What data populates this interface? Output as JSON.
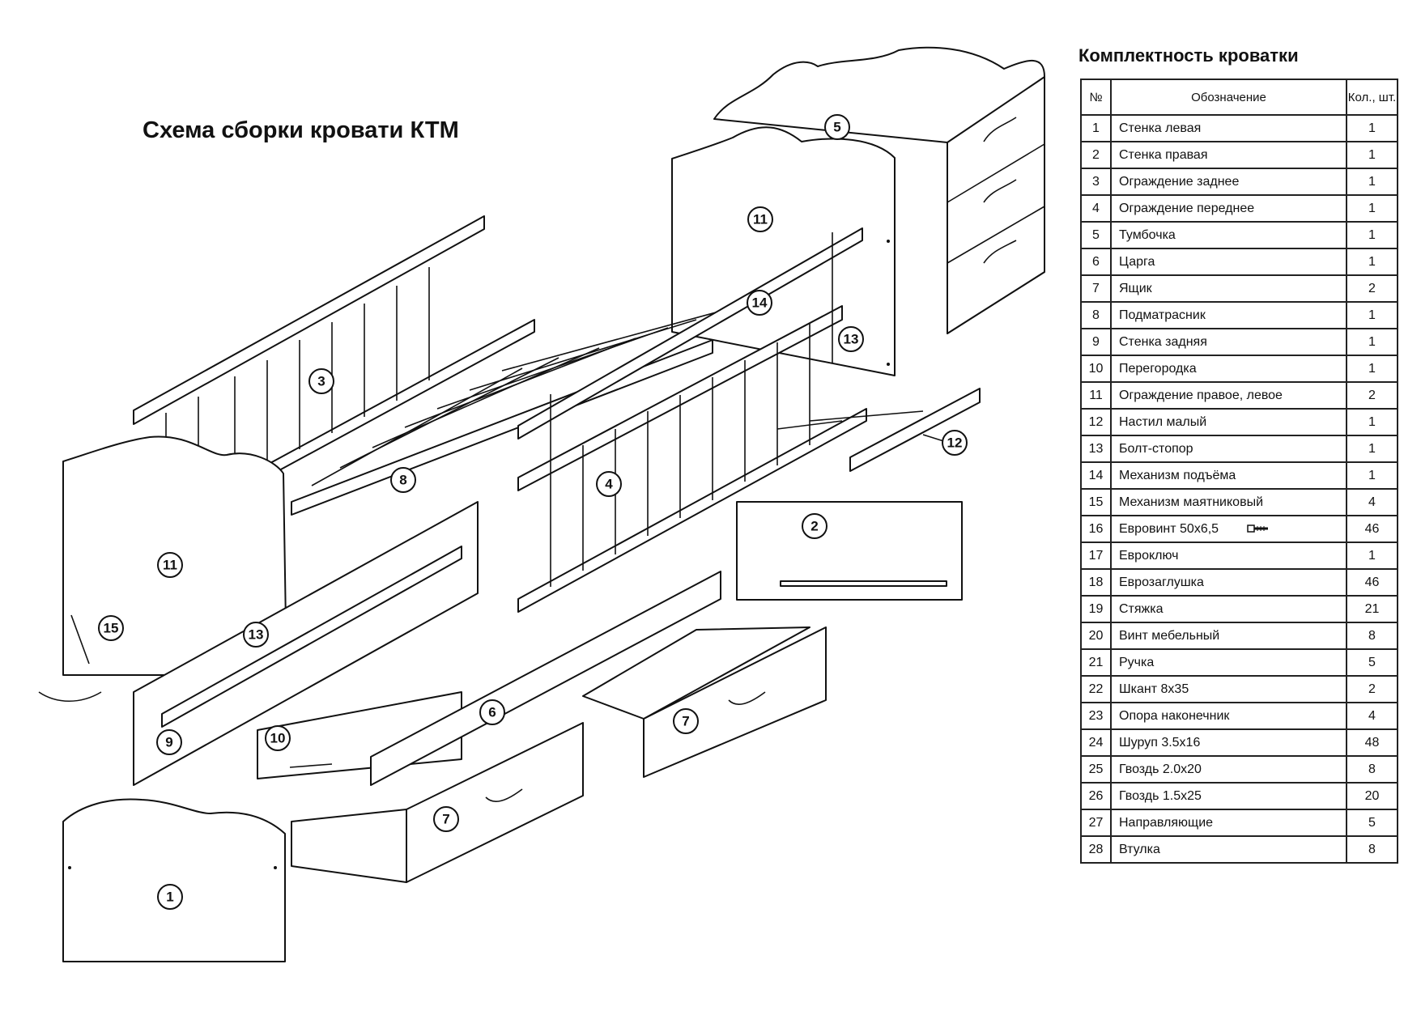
{
  "diagram": {
    "title": "Схема сборки кровати КТМ",
    "callouts": [
      "5",
      "11",
      "3",
      "14",
      "13",
      "12",
      "8",
      "4",
      "2",
      "11",
      "15",
      "13",
      "6",
      "7",
      "9",
      "10",
      "7",
      "1"
    ]
  },
  "table": {
    "title": "Комплектность кроватки",
    "headers": {
      "no": "№",
      "name": "Обозначение",
      "qty": "Кол., шт."
    },
    "rows": [
      {
        "no": "1",
        "name": "Стенка левая",
        "qty": "1"
      },
      {
        "no": "2",
        "name": "Стенка правая",
        "qty": "1"
      },
      {
        "no": "3",
        "name": "Ограждение заднее",
        "qty": "1"
      },
      {
        "no": "4",
        "name": "Ограждение переднее",
        "qty": "1"
      },
      {
        "no": "5",
        "name": "Тумбочка",
        "qty": "1"
      },
      {
        "no": "6",
        "name": "Царга",
        "qty": "1"
      },
      {
        "no": "7",
        "name": "Ящик",
        "qty": "2"
      },
      {
        "no": "8",
        "name": "Подматрасник",
        "qty": "1"
      },
      {
        "no": "9",
        "name": "Стенка задняя",
        "qty": "1"
      },
      {
        "no": "10",
        "name": "Перегородка",
        "qty": "1"
      },
      {
        "no": "11",
        "name": "Ограждение правое, левое",
        "qty": "2"
      },
      {
        "no": "12",
        "name": "Настил малый",
        "qty": "1"
      },
      {
        "no": "13",
        "name": "Болт-стопор",
        "qty": "1"
      },
      {
        "no": "14",
        "name": "Механизм подъёма",
        "qty": "1"
      },
      {
        "no": "15",
        "name": "Механизм маятниковый",
        "qty": "4"
      },
      {
        "no": "16",
        "name": "Евровинт 50х6,5",
        "qty": "46",
        "icon": "screw-icon"
      },
      {
        "no": "17",
        "name": "Евроключ",
        "qty": "1"
      },
      {
        "no": "18",
        "name": "Еврозаглушка",
        "qty": "46"
      },
      {
        "no": "19",
        "name": "Стяжка",
        "qty": "21"
      },
      {
        "no": "20",
        "name": "Винт мебельный",
        "qty": "8"
      },
      {
        "no": "21",
        "name": "Ручка",
        "qty": "5"
      },
      {
        "no": "22",
        "name": "Шкант 8х35",
        "qty": "2"
      },
      {
        "no": "23",
        "name": "Опора наконечник",
        "qty": "4"
      },
      {
        "no": "24",
        "name": "Шуруп 3.5х16",
        "qty": "48"
      },
      {
        "no": "25",
        "name": "Гвоздь 2.0х20",
        "qty": "8"
      },
      {
        "no": "26",
        "name": "Гвоздь 1.5х25",
        "qty": "20"
      },
      {
        "no": "27",
        "name": "Направляющие",
        "qty": "5"
      },
      {
        "no": "28",
        "name": "Втулка",
        "qty": "8"
      }
    ]
  }
}
